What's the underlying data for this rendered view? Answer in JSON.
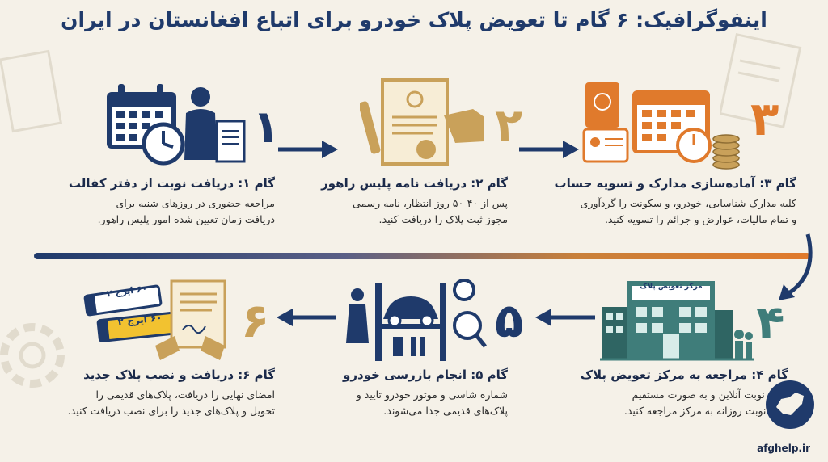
{
  "title": "اینفوگرافیک: ۶ گام تا تعویض پلاک خودرو برای اتباع افغانستان در ایران",
  "colors": {
    "navy": "#1f3a6b",
    "gold": "#c9a15a",
    "orange": "#e07a2c",
    "teal": "#3f7d7a"
  },
  "steps": [
    {
      "num": "۱",
      "title": "گام ۱: دریافت نوبت از دفتر کفالت",
      "desc_lines": [
        "مراجعه حضوری در روزهای شنبه برای",
        "دریافت زمان تعیین شده امور پلیس راهور."
      ]
    },
    {
      "num": "۲",
      "title": "گام ۲: دریافت نامه پلیس راهور",
      "desc_lines": [
        "پس از ۴۰-۵۰ روز انتظار، نامه رسمی",
        "مجوز ثبت پلاک را دریافت کنید."
      ]
    },
    {
      "num": "۳",
      "title": "گام ۳: آماده‌سازی مدارک و تسویه حساب",
      "desc_lines": [
        "کلیه مدارک شناسایی، خودرو، و سکونت را گردآوری",
        "و تمام مالیات، عوارض و جرائم را تسویه کنید."
      ]
    },
    {
      "num": "۴",
      "title": "گام ۴: مراجعه به مرکز تعویض پلاک",
      "desc_lines": [
        "بدون نوبت آنلاین و به صورت مستقیم",
        "برای نوبت روزانه به مرکز مراجعه کنید."
      ]
    },
    {
      "num": "۵",
      "title": "گام ۵: انجام بازرسی خودرو",
      "desc_lines": [
        "شماره شاسی و موتور خودرو تایید و",
        "پلاک‌های قدیمی جدا می‌شوند."
      ]
    },
    {
      "num": "۶",
      "title": "گام ۶: دریافت و نصب پلاک جدید",
      "desc_lines": [
        "امضای نهایی را دریافت، پلاک‌های قدیمی را",
        "تحویل و پلاک‌های جدید را برای نصب دریافت کنید."
      ]
    }
  ],
  "building_sign": "مرکز تعویض پلاک",
  "plate_text": "۶۰ ایرج ۲",
  "brand": "afghelp.ir"
}
